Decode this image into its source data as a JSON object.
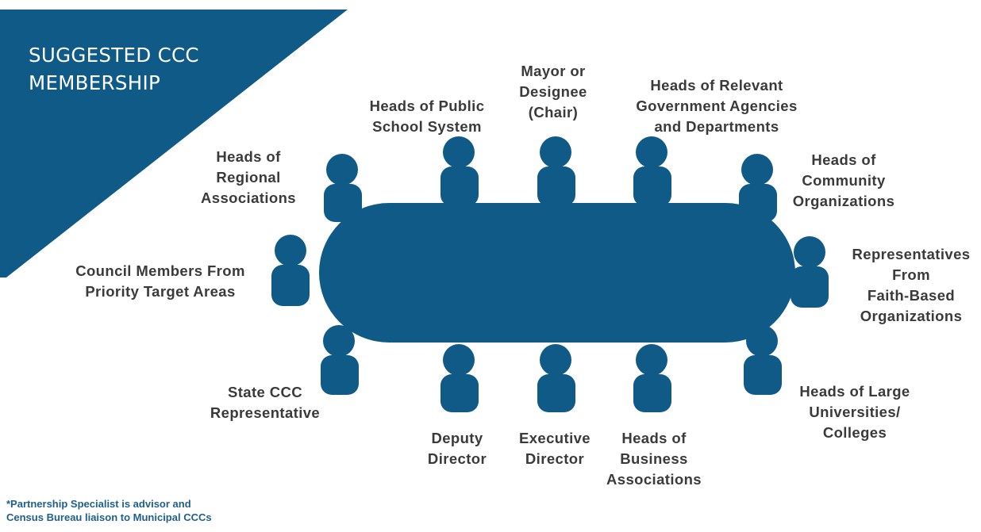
{
  "title": {
    "line1": "SUGGESTED CCC",
    "line2": "MEMBERSHIP"
  },
  "colors": {
    "primary": "#0f5a86",
    "label_text": "#3a3a3a",
    "background": "#ffffff"
  },
  "members": {
    "public_school": {
      "line1": "Heads of Public",
      "line2": "School System"
    },
    "mayor": {
      "line1": "Mayor or",
      "line2": "Designee",
      "line3": "(Chair)"
    },
    "gov_agencies": {
      "line1": "Heads of Relevant",
      "line2": "Government Agencies",
      "line3": "and Departments"
    },
    "regional": {
      "line1": "Heads of",
      "line2": "Regional",
      "line3": "Associations"
    },
    "community": {
      "line1": "Heads of",
      "line2": "Community",
      "line3": "Organizations"
    },
    "council": {
      "line1": "Council Members From",
      "line2": "Priority Target Areas"
    },
    "faith": {
      "line1": "Representatives",
      "line2": "From",
      "line3": "Faith-Based",
      "line4": "Organizations"
    },
    "state_ccc": {
      "line1": "State CCC",
      "line2": "Representative"
    },
    "universities": {
      "line1": "Heads of Large",
      "line2": "Universities/",
      "line3": "Colleges"
    },
    "deputy": {
      "line1": "Deputy",
      "line2": "Director"
    },
    "executive": {
      "line1": "Executive",
      "line2": "Director"
    },
    "business": {
      "line1": "Heads of",
      "line2": "Business",
      "line3": "Associations"
    }
  },
  "footnote": {
    "line1": "*Partnership Specialist is advisor and",
    "line2": "Census Bureau liaison to Municipal CCCs"
  }
}
